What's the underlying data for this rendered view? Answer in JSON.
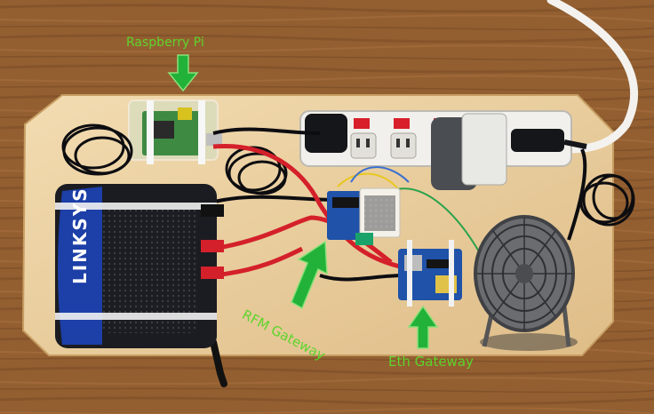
{
  "labels": {
    "raspberry_pi": "Raspberry Pi",
    "rfm_gateway": "RFM Gateway",
    "eth_gateway": "Eth Gateway"
  },
  "router": {
    "brand": "LINKSYS"
  },
  "colors": {
    "label_green": "#5ed42c",
    "arrow_green": "#22b23a",
    "router_blue": "#1c3fa8",
    "board_wood": "#ecd1a3",
    "table_wood": "#8f5d30"
  }
}
